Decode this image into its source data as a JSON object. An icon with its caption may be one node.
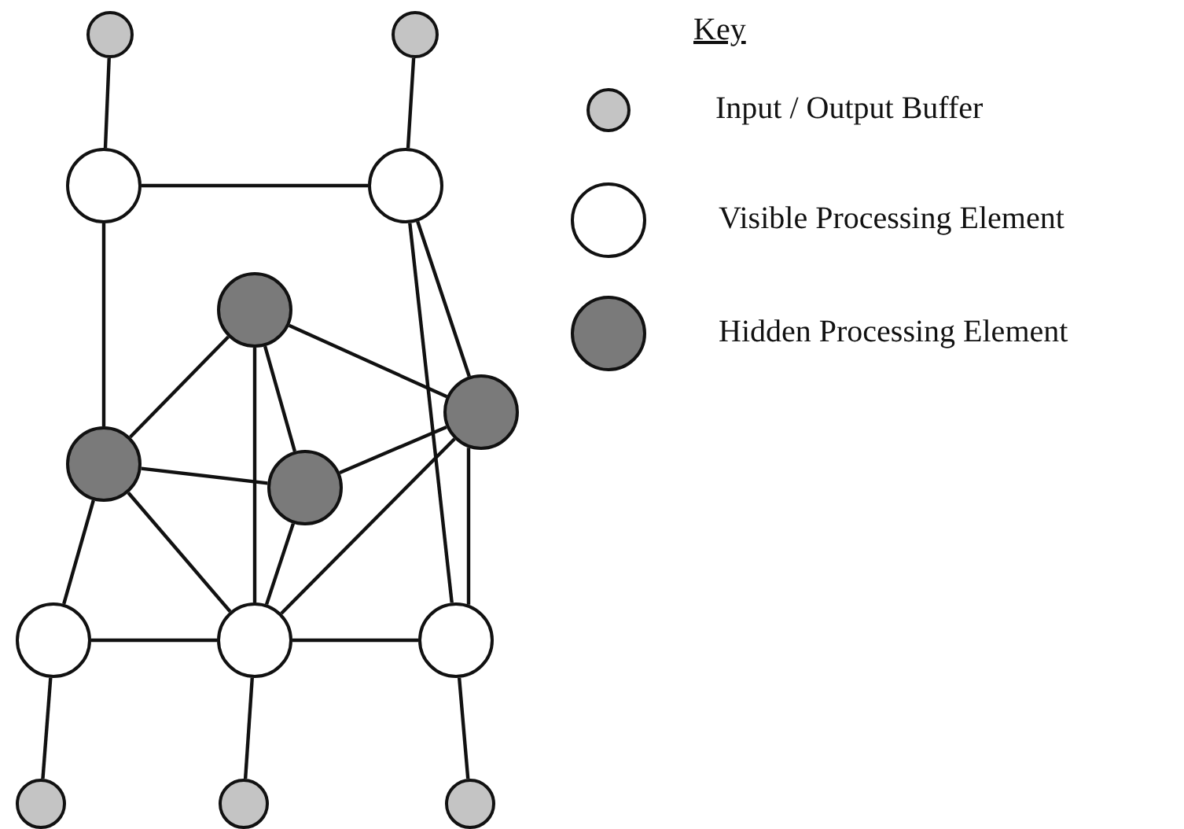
{
  "diagram": {
    "nodes": [
      {
        "text": [],
        "shape": "circle"
      },
      {
        "text": [],
        "shape": "circle"
      },
      {
        "text": [],
        "shape": "circle"
      },
      {
        "text": [],
        "shape": "circle"
      },
      {
        "text": [],
        "shape": "circle"
      },
      {
        "text": [],
        "shape": "circle"
      },
      {
        "text": [],
        "shape": "circle"
      },
      {
        "text": [],
        "shape": "circle"
      },
      {
        "text": [],
        "shape": "circle"
      },
      {
        "text": [],
        "shape": "circle"
      },
      {
        "text": [],
        "shape": "circle"
      },
      {
        "text": [],
        "shape": "circle"
      },
      {
        "text": [],
        "shape": "circle"
      },
      {
        "text": [],
        "shape": "circle"
      }
    ],
    "edges": [
      {
        "from": 0,
        "to": 2,
        "arrow": "none"
      },
      {
        "from": 1,
        "to": 3,
        "arrow": "none"
      },
      {
        "from": 2,
        "to": 3,
        "arrow": "none"
      },
      {
        "from": 2,
        "to": 6,
        "arrow": "none"
      },
      {
        "from": 3,
        "to": 10,
        "arrow": "none"
      },
      {
        "from": 3,
        "to": 5,
        "arrow": "none"
      },
      {
        "from": 4,
        "to": 6,
        "arrow": "none"
      },
      {
        "from": 4,
        "to": 5,
        "arrow": "none"
      },
      {
        "from": 4,
        "to": 9,
        "arrow": "none"
      },
      {
        "from": 4,
        "to": 7,
        "arrow": "none"
      },
      {
        "from": 6,
        "to": 7,
        "arrow": "none"
      },
      {
        "from": 6,
        "to": 8,
        "arrow": "none"
      },
      {
        "from": 6,
        "to": 9,
        "arrow": "none"
      },
      {
        "from": 7,
        "to": 5,
        "arrow": "none"
      },
      {
        "from": 7,
        "to": 9,
        "arrow": "none"
      },
      {
        "from": 5,
        "to": 9,
        "arrow": "none"
      },
      {
        "from": 5,
        "to": 10,
        "arrow": "none"
      },
      {
        "from": 8,
        "to": 9,
        "arrow": "none"
      },
      {
        "from": 9,
        "to": 10,
        "arrow": "none"
      },
      {
        "from": 8,
        "to": 11,
        "arrow": "none"
      },
      {
        "from": 9,
        "to": 12,
        "arrow": "none"
      },
      {
        "from": 10,
        "to": 13,
        "arrow": "none"
      }
    ],
    "labels": [
      "Key"
    ],
    "legend": [
      {
        "text": "Input / Output Buffer",
        "color": "#c4c4c4"
      },
      {
        "text": "Visible Processing Element",
        "color": "#ffffff"
      },
      {
        "text": "Hidden Processing Element",
        "color": "#7a7a7a"
      }
    ]
  }
}
